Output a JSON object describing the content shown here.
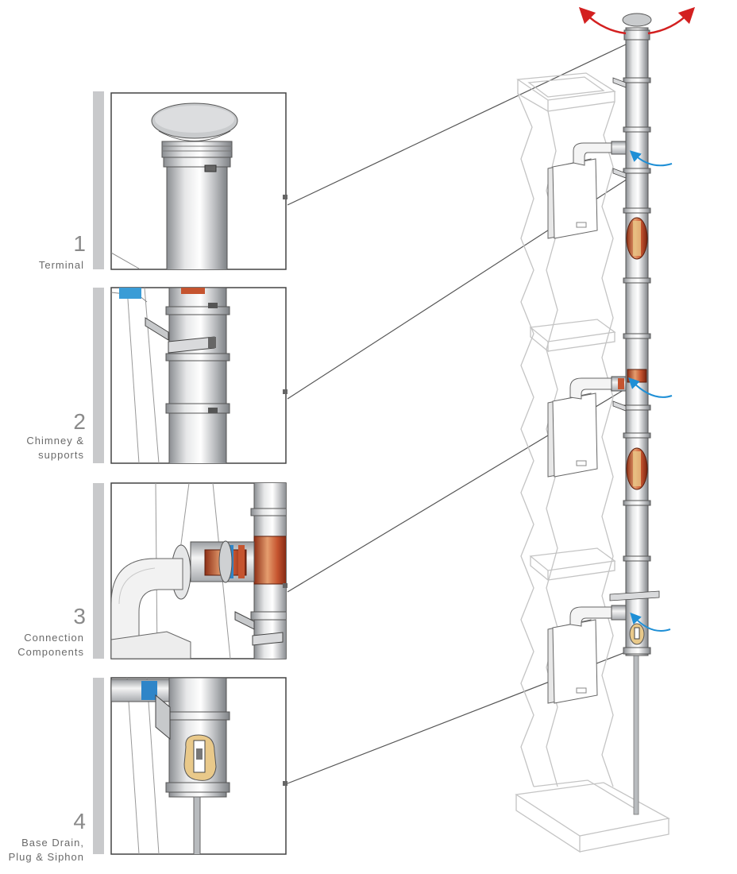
{
  "steps": [
    {
      "number": "1",
      "label_lines": [
        "Terminal"
      ]
    },
    {
      "number": "2",
      "label_lines": [
        "Chimney &",
        "supports"
      ]
    },
    {
      "number": "3",
      "label_lines": [
        "Connection",
        "Components"
      ]
    },
    {
      "number": "4",
      "label_lines": [
        "Base Drain,",
        "Plug & Siphon"
      ]
    }
  ],
  "colors": {
    "bar": "#c8c9cb",
    "frame": "#444444",
    "leader": "#555555",
    "steel_light": "#e6e7e8",
    "steel_mid": "#b9bbbe",
    "steel_dark": "#8b8e92",
    "copper": "#c5542f",
    "copper_light": "#e59d6e",
    "insulation": "#e9c98a",
    "airflow_blue": "#1e8fd6",
    "exhaust_red": "#d32020",
    "building_line": "#bfbfbf"
  }
}
